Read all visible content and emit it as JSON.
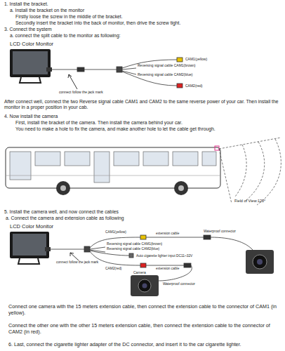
{
  "diagram": {
    "labels": [
      "1. Install the bracket.",
      "a. Install the bracket on the monitor",
      "Firstly loose the screw in the middle of the bracket.",
      "Secondly insert the bracket into the back of monitor, then drive the screw tight.",
      "3. Connect the system",
      "a. connect the split cable to the monitor as following:",
      "LCD Color Monitor",
      "CAM1(yellow)",
      "Reversing signal cable CAM1(brown)",
      "Reversing signal cable CAM2(blue)",
      "CAM2(red)",
      "connect follow the jack mark",
      "After connect well, connect the two Reverse signal cable CAM1 and CAM2 to the same reverse power of your car. Then install the monitor in a proper position in your cab.",
      "4. Now install the camera",
      "First, install the bracket of the camera. Then install the camera behind your car.",
      "You need to make a hole to fix the camera, and make another hole to let the cable get through.",
      "Field of View:120°",
      "5. Install the camera well, and now connect the cables",
      "a. Connect the camera and extension cable as following",
      "LCD Color Monitor",
      "CAM1(yellow)",
      "extension cable",
      "Waterproof connector",
      "Reversing signal cable CAM1(brown)",
      "Reversing signal cable CAM2(blue)",
      "Auto cigarette lighter input DC11~32V",
      "connect follow the jack mark",
      "CAM2(red)",
      "extension cable",
      "Camera",
      "Waterproof connector",
      "Connect one camera with the 15 meters extension cable, then connect the extension cable to the connector of CAM1 (in yellow).",
      "Connect the other one with the other 15 meters extension cable, then connect the extension cable to the connector of CAM2 (in red).",
      "6. Last, connect the cigarette lighter adapter of the DC connector, and insert it to the car cigarette lighter."
    ]
  }
}
